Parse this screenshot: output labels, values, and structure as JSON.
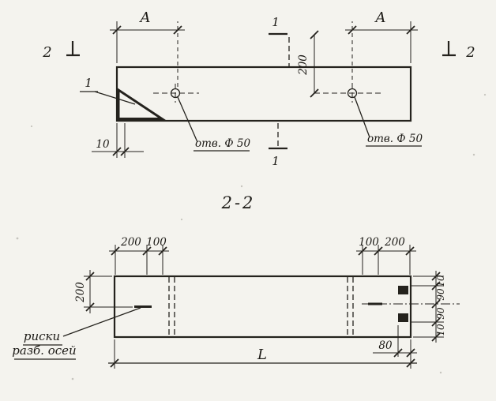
{
  "meta": {
    "background": "#f4f3ee",
    "ink": "#24221d"
  },
  "plan_view": {
    "dim_a_left": "A",
    "dim_a_right": "A",
    "section2_left": "2",
    "section2_right": "2",
    "section1_top": "1",
    "section1_bottom": "1",
    "detail_callout": "1",
    "dim_200_vertical": "200",
    "dim_10": "10",
    "hole_label_left": "отв. Ф 50",
    "hole_label_right": "отв. Ф 50"
  },
  "section_view": {
    "title": "2-2",
    "dims_top_left": [
      "200",
      "100"
    ],
    "dims_top_right": [
      "100",
      "200"
    ],
    "dim_200_left": "200",
    "note_line1": "риски",
    "note_line2": "разб. осей",
    "dims_right": [
      "10",
      "90",
      "90",
      "10"
    ],
    "dim_80": "80",
    "dim_length": "L"
  }
}
